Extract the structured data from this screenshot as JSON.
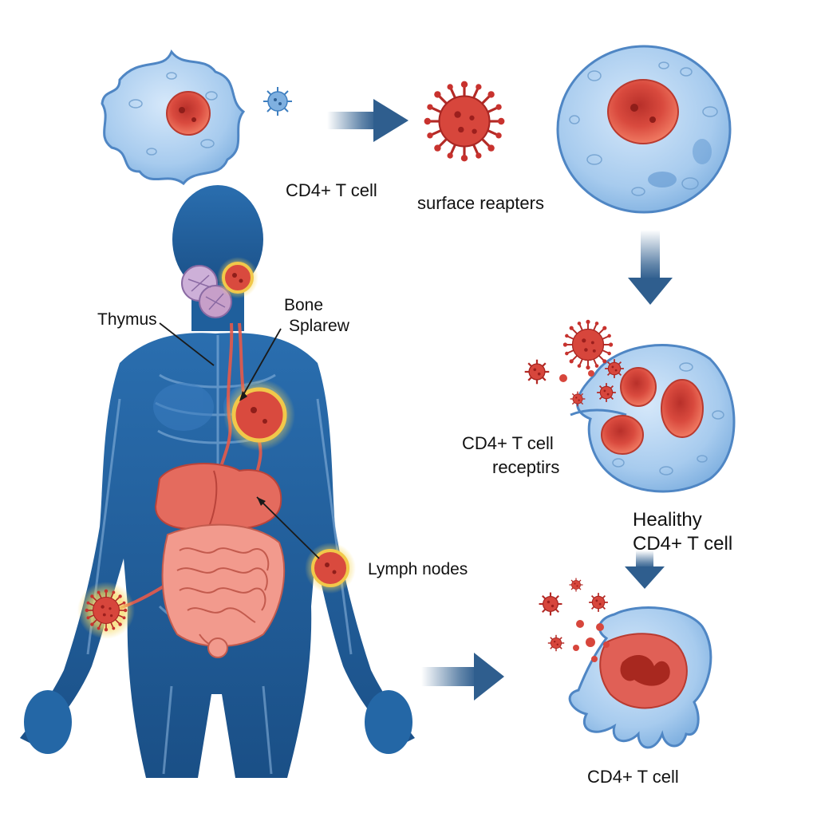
{
  "labels": {
    "top_cd4": "CD4+ T cell",
    "surface": "surface reapters",
    "thymus": "Thymus",
    "bone_line1": "Bone",
    "bone_line2": "Splarew",
    "receptors_line1": "CD4+ T cell",
    "receptors_line2": "receptirs",
    "healthy_line1": "Healithy",
    "healthy_line2": "CD4+ T cell",
    "lymph": "Lymph nodes",
    "bottom_cd4": "CD4+ T cell"
  },
  "colors": {
    "cell_fill": "#a8cdef",
    "cell_stroke": "#4f86c4",
    "nucleus": "#e0574a",
    "virus": "#c8322e",
    "body": "#1f5f9c",
    "arrow": "#2f5e8e",
    "halo": "#f3d25a"
  }
}
